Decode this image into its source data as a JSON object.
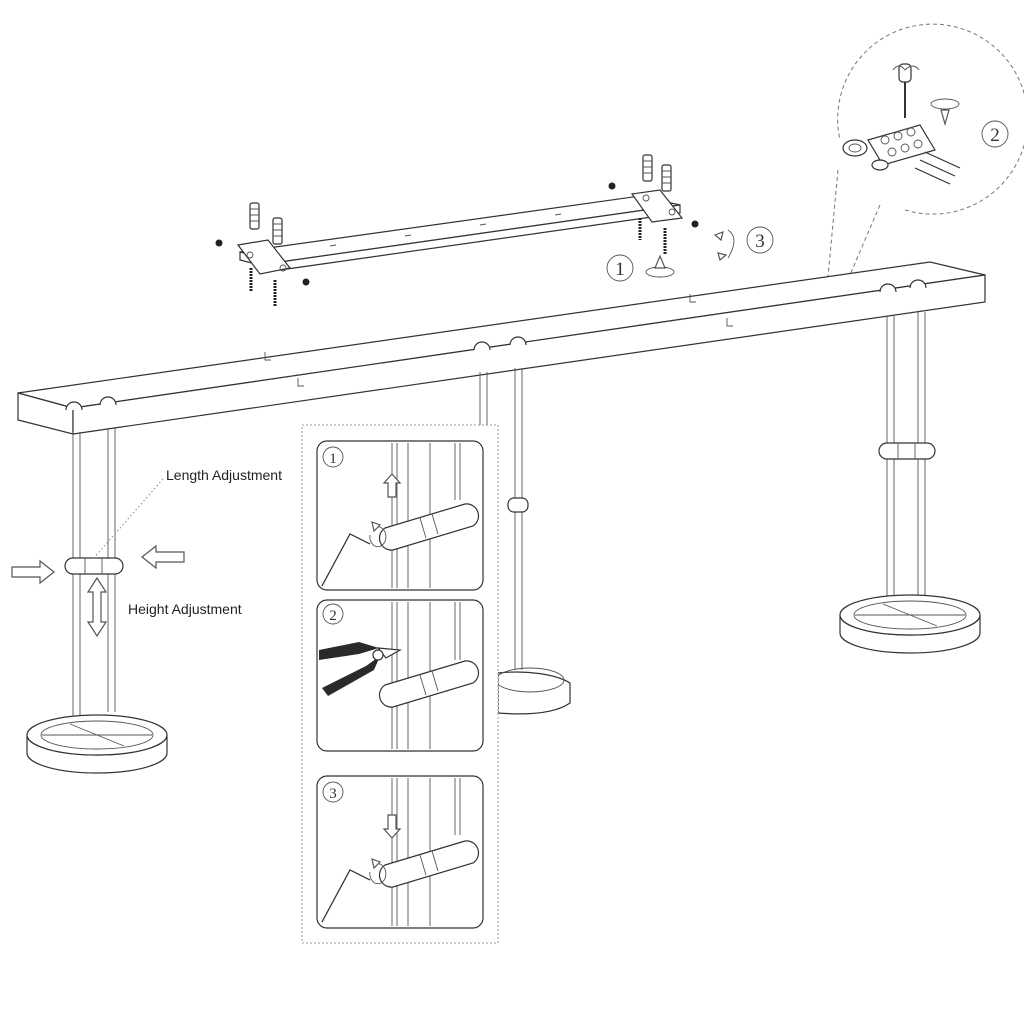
{
  "labels": {
    "length_adjustment": "Length Adjustment",
    "height_adjustment": "Height Adjustment"
  },
  "steps": {
    "bracket_step_1": "1",
    "bracket_step_3": "3",
    "wiring_step_2": "2",
    "panel_step_1": "1",
    "panel_step_2": "2",
    "panel_step_3": "3"
  },
  "icons": [
    "screw-icon",
    "wall-plug-icon",
    "rotate-arrow-icon",
    "allen-key-icon",
    "pliers-icon",
    "arrow-up-icon",
    "arrow-down-icon",
    "cable-clamp-icon",
    "terminal-block-icon"
  ],
  "colors": {
    "line": "#333333",
    "background": "#ffffff",
    "plier-grip": "#2a2a2a"
  }
}
